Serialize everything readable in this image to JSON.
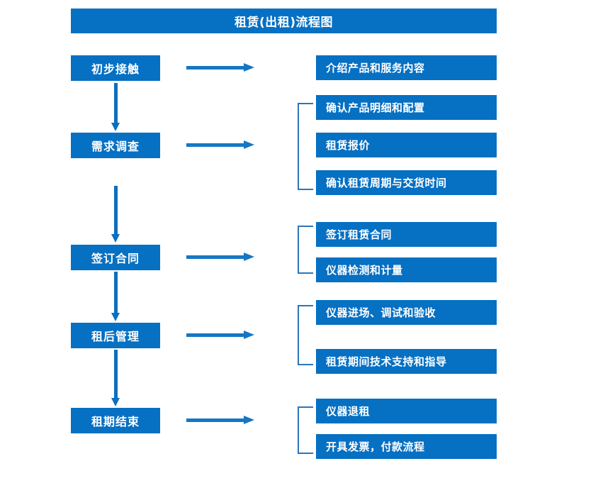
{
  "chart": {
    "title": "租赁(出租)流程图",
    "type": "flowchart",
    "accent_color": "#0670c3",
    "arrow_color": "#1577c4",
    "bracket_color": "#2b76b9",
    "background_color": "#ffffff",
    "text_color": "#ffffff"
  },
  "stages": [
    {
      "label": "初步接触"
    },
    {
      "label": "需求调查"
    },
    {
      "label": "签订合同"
    },
    {
      "label": "租后管理"
    },
    {
      "label": "租期结束"
    }
  ],
  "details": [
    {
      "label": "介绍产品和服务内容"
    },
    {
      "label": "确认产品明细和配置"
    },
    {
      "label": "租赁报价"
    },
    {
      "label": "确认租赁周期与交货时间"
    },
    {
      "label": "签订租赁合同"
    },
    {
      "label": "仪器检测和计量"
    },
    {
      "label": "仪器进场、调试和验收"
    },
    {
      "label": "租赁期间技术支持和指导"
    },
    {
      "label": "仪器退租"
    },
    {
      "label": "开具发票，付款流程"
    }
  ],
  "groups": [
    {
      "stage": "初步接触",
      "details": [
        "介绍产品和服务内容"
      ],
      "bracketed": false
    },
    {
      "stage": "需求调查",
      "details": [
        "确认产品明细和配置",
        "租赁报价",
        "确认租赁周期与交货时间"
      ],
      "bracketed": true
    },
    {
      "stage": "签订合同",
      "details": [
        "签订租赁合同",
        "仪器检测和计量"
      ],
      "bracketed": true
    },
    {
      "stage": "租后管理",
      "details": [
        "仪器进场、调试和验收",
        "租赁期间技术支持和指导"
      ],
      "bracketed": true
    },
    {
      "stage": "租期结束",
      "details": [
        "仪器退租",
        "开具发票，付款流程"
      ],
      "bracketed": true
    }
  ],
  "connectors": {
    "stage_to_detail": "right-arrow",
    "stage_to_stage": "down-arrow",
    "group_marker": "left-bracket"
  }
}
